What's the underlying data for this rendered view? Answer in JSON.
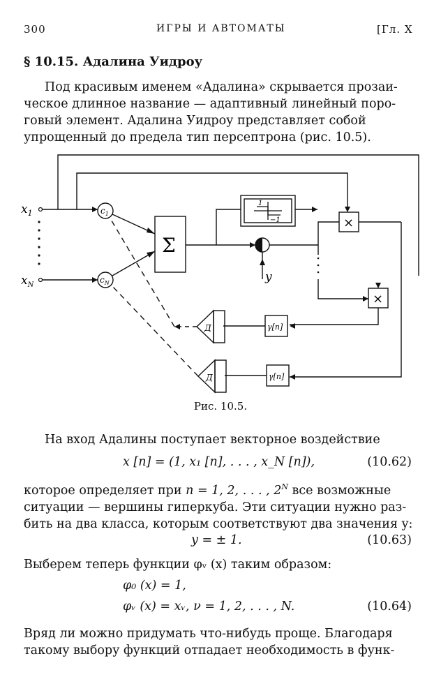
{
  "header": {
    "page_number": "300",
    "title": "ИГРЫ И АВТОМАТЫ",
    "chapter": "[Гл. X"
  },
  "section": {
    "heading": "§ 10.15. Адалина Уидроу"
  },
  "intro": {
    "lines": [
      "Под красивым именем «Адалина» скрывается прозаи-",
      "ческое длинное название — адаптивный линейный поро-",
      "говый элемент. Адалина Уидроу представляет собой",
      "упрощенный до предела тип персептрона (рис. 10.5)."
    ]
  },
  "figure": {
    "input_first": "x",
    "input_first_sub": "1",
    "input_last": "x",
    "input_last_sub": "N",
    "weight_first": "c",
    "weight_first_sub": "1",
    "weight_last": "c",
    "weight_last_sub": "N",
    "summator": "Σ",
    "threshold_plus": "1",
    "threshold_minus": "−1",
    "desired_signal": "y",
    "multiplier": "×",
    "gain_label": "γ[n]",
    "integrator_label": "Д",
    "caption": "Рис. 10.5."
  },
  "body": {
    "p1_line1": "На вход Адалины поступает векторное воздействие",
    "eq62": "x [n] = (1,  x₁ [n],  . . . ,  x_N [n]),",
    "eq62_no": "(10.62)",
    "p2_line1_a": "которое определяет при",
    "p2_line1_b": "n = 1, 2, . . . , 2",
    "p2_line1_sup": "N",
    "p2_line1_c": "все возможные",
    "p2_line2": "ситуации — вершины гиперкуба. Эти ситуации нужно раз-",
    "p2_line3": "бить на два класса, которым соответствуют два значения y:",
    "eq63": "y = ± 1.",
    "eq63_no": "(10.63)",
    "p3_line1": "Выберем теперь функции φᵥ (x) таким образом:",
    "eq64a": "φ₀ (x) = 1,",
    "eq64b": "φᵥ (x) = xᵥ,      ν = 1,  2,  . . . ,  N.",
    "eq64_no": "(10.64)",
    "p4_line1": "Вряд ли можно придумать что-нибудь проще. Благодаря",
    "p4_line2": "такому выбору функций отпадает необходимость в функ-"
  }
}
